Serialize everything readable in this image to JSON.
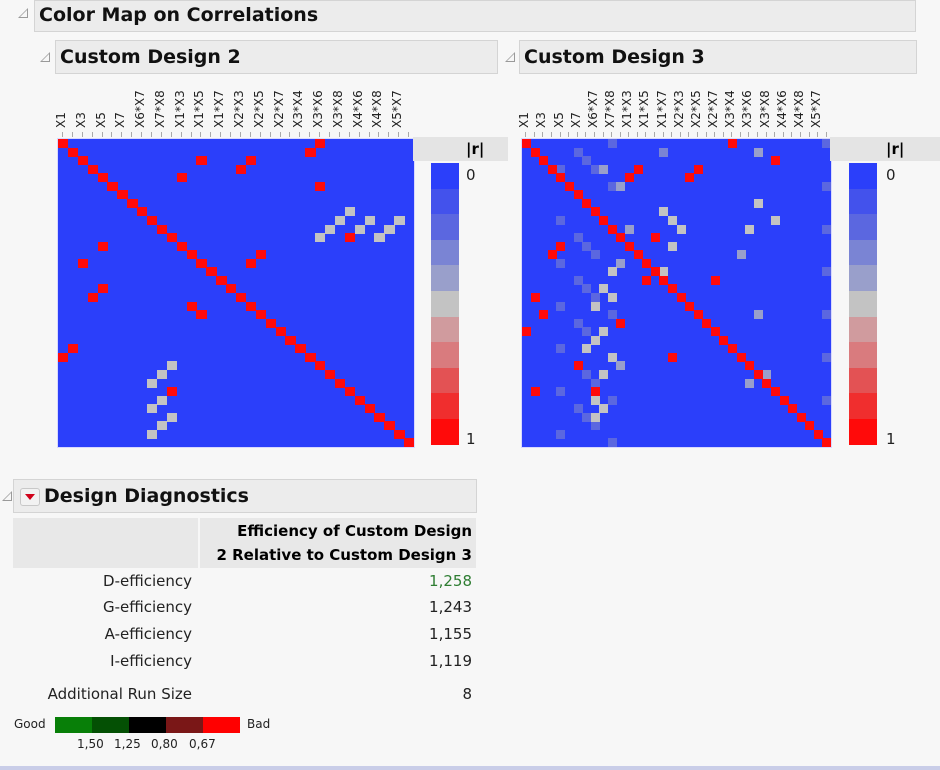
{
  "report": {
    "title": "Color Map on Correlations",
    "panels": [
      {
        "title": "Custom Design 2"
      },
      {
        "title": "Custom Design 3"
      }
    ],
    "column_labels": [
      "X1",
      "X3",
      "X5",
      "X7",
      "X6*X7",
      "X7*X8",
      "X1*X3",
      "X1*X5",
      "X1*X7",
      "X2*X3",
      "X2*X5",
      "X2*X7",
      "X3*X4",
      "X3*X6",
      "X3*X8",
      "X4*X6",
      "X4*X8",
      "X5*X7"
    ],
    "legend": {
      "header": "|r|",
      "min_label": "0",
      "max_label": "1",
      "colors": [
        "#2b3ffa",
        "#4352ec",
        "#5b67e0",
        "#7a84d4",
        "#999fcb",
        "#c3c3c3",
        "#d09b9e",
        "#d97b7e",
        "#e35254",
        "#f02e2e",
        "#ff0a0a"
      ]
    }
  },
  "chart_data": [
    {
      "type": "heatmap",
      "title": "Custom Design 2",
      "size": 36,
      "value_label": "|r|",
      "range": [
        0,
        1
      ],
      "note": "diagonal = 1 (red); listed cells are off-diagonal [row, col, level 0-10]",
      "cells": [
        [
          0,
          26,
          10
        ],
        [
          1,
          25,
          10
        ],
        [
          2,
          14,
          10
        ],
        [
          2,
          19,
          10
        ],
        [
          3,
          18,
          10
        ],
        [
          4,
          12,
          10
        ],
        [
          5,
          26,
          10
        ],
        [
          8,
          29,
          5
        ],
        [
          9,
          28,
          5
        ],
        [
          9,
          31,
          5
        ],
        [
          9,
          34,
          5
        ],
        [
          10,
          27,
          5
        ],
        [
          10,
          30,
          5
        ],
        [
          10,
          33,
          5
        ],
        [
          11,
          26,
          5
        ],
        [
          11,
          29,
          10
        ],
        [
          11,
          32,
          5
        ],
        [
          12,
          4,
          10
        ],
        [
          14,
          2,
          10
        ],
        [
          13,
          20,
          10
        ],
        [
          14,
          19,
          10
        ],
        [
          18,
          3,
          10
        ],
        [
          17,
          4,
          10
        ],
        [
          19,
          13,
          10
        ],
        [
          20,
          14,
          10
        ],
        [
          24,
          1,
          10
        ],
        [
          25,
          0,
          10
        ],
        [
          26,
          11,
          5
        ],
        [
          27,
          10,
          5
        ],
        [
          28,
          9,
          5
        ],
        [
          29,
          11,
          10
        ],
        [
          30,
          10,
          5
        ],
        [
          31,
          9,
          5
        ],
        [
          32,
          11,
          5
        ],
        [
          33,
          10,
          5
        ],
        [
          34,
          9,
          5
        ]
      ]
    },
    {
      "type": "heatmap",
      "title": "Custom Design 3",
      "size": 36,
      "value_label": "|r|",
      "range": [
        0,
        1
      ],
      "note": "diagonal = 1 (red); listed cells are off-diagonal [row, col, level 0-10]",
      "cells": [
        [
          0,
          24,
          10
        ],
        [
          2,
          29,
          10
        ],
        [
          3,
          13,
          10
        ],
        [
          4,
          12,
          10
        ],
        [
          3,
          20,
          10
        ],
        [
          4,
          19,
          10
        ],
        [
          12,
          4,
          10
        ],
        [
          13,
          3,
          10
        ],
        [
          11,
          15,
          10
        ],
        [
          16,
          14,
          10
        ],
        [
          18,
          1,
          10
        ],
        [
          20,
          2,
          10
        ],
        [
          22,
          0,
          10
        ],
        [
          21,
          11,
          10
        ],
        [
          16,
          22,
          10
        ],
        [
          25,
          17,
          10
        ],
        [
          29,
          8,
          10
        ],
        [
          26,
          6,
          10
        ],
        [
          29,
          1,
          10
        ],
        [
          28,
          26,
          4
        ],
        [
          27,
          28,
          4
        ],
        [
          1,
          27,
          4
        ],
        [
          1,
          16,
          3
        ],
        [
          3,
          4,
          2
        ],
        [
          3,
          9,
          4
        ],
        [
          5,
          11,
          4
        ],
        [
          7,
          27,
          5
        ],
        [
          8,
          16,
          5
        ],
        [
          9,
          17,
          5
        ],
        [
          9,
          29,
          5
        ],
        [
          10,
          12,
          4
        ],
        [
          10,
          18,
          5
        ],
        [
          10,
          26,
          5
        ],
        [
          12,
          17,
          5
        ],
        [
          13,
          25,
          4
        ],
        [
          14,
          11,
          4
        ],
        [
          15,
          10,
          5
        ],
        [
          15,
          16,
          5
        ],
        [
          17,
          9,
          5
        ],
        [
          18,
          10,
          5
        ],
        [
          19,
          8,
          5
        ],
        [
          20,
          27,
          4
        ],
        [
          22,
          9,
          5
        ],
        [
          23,
          8,
          5
        ],
        [
          24,
          7,
          5
        ],
        [
          25,
          10,
          5
        ],
        [
          26,
          11,
          4
        ],
        [
          27,
          9,
          5
        ],
        [
          30,
          8,
          5
        ],
        [
          31,
          9,
          5
        ],
        [
          32,
          8,
          5
        ]
      ],
      "faint_columns": [
        4,
        6,
        7,
        8,
        10,
        35
      ]
    }
  ],
  "diagnostics": {
    "title": "Design Diagnostics",
    "header_line1": "Efficiency of Custom Design",
    "header_line2": "2 Relative to Custom Design 3",
    "rows": [
      {
        "label": "D-efficiency",
        "value": "1,258",
        "color": "#2e7d32"
      },
      {
        "label": "G-efficiency",
        "value": "1,243",
        "color": "#222222"
      },
      {
        "label": "A-efficiency",
        "value": "1,155",
        "color": "#222222"
      },
      {
        "label": "I-efficiency",
        "value": "1,119",
        "color": "#222222"
      }
    ],
    "run_size_label": "Additional Run Size",
    "run_size_value": "8",
    "scale": {
      "good_label": "Good",
      "bad_label": "Bad",
      "colors": [
        "#087f08",
        "#045004",
        "#000000",
        "#7a1717",
        "#ff0000"
      ],
      "ticks": [
        "1,50",
        "1,25",
        "0,80",
        "0,67"
      ]
    }
  }
}
